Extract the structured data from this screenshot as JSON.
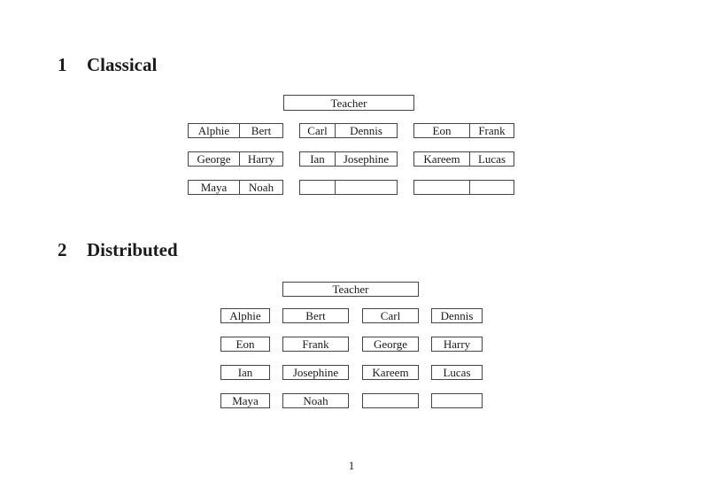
{
  "page": {
    "number": "1"
  },
  "sections": [
    {
      "number": "1",
      "title": "Classical"
    },
    {
      "number": "2",
      "title": "Distributed"
    }
  ],
  "classical": {
    "teacher_label": "Teacher",
    "desks": [
      {
        "left": "Alphie",
        "right": "Bert"
      },
      {
        "left": "Carl",
        "right": "Dennis"
      },
      {
        "left": "Eon",
        "right": "Frank"
      },
      {
        "left": "George",
        "right": "Harry"
      },
      {
        "left": "Ian",
        "right": "Josephine"
      },
      {
        "left": "Kareem",
        "right": "Lucas"
      },
      {
        "left": "Maya",
        "right": "Noah"
      },
      {
        "left": "",
        "right": ""
      },
      {
        "left": "",
        "right": ""
      }
    ]
  },
  "distributed": {
    "teacher_label": "Teacher",
    "seats": [
      "Alphie",
      "Bert",
      "Carl",
      "Dennis",
      "Eon",
      "Frank",
      "George",
      "Harry",
      "Ian",
      "Josephine",
      "Kareem",
      "Lucas",
      "Maya",
      "Noah",
      "",
      ""
    ]
  },
  "colors": {
    "text": "#1a1a1a",
    "border": "#454545",
    "background": "#ffffff"
  }
}
